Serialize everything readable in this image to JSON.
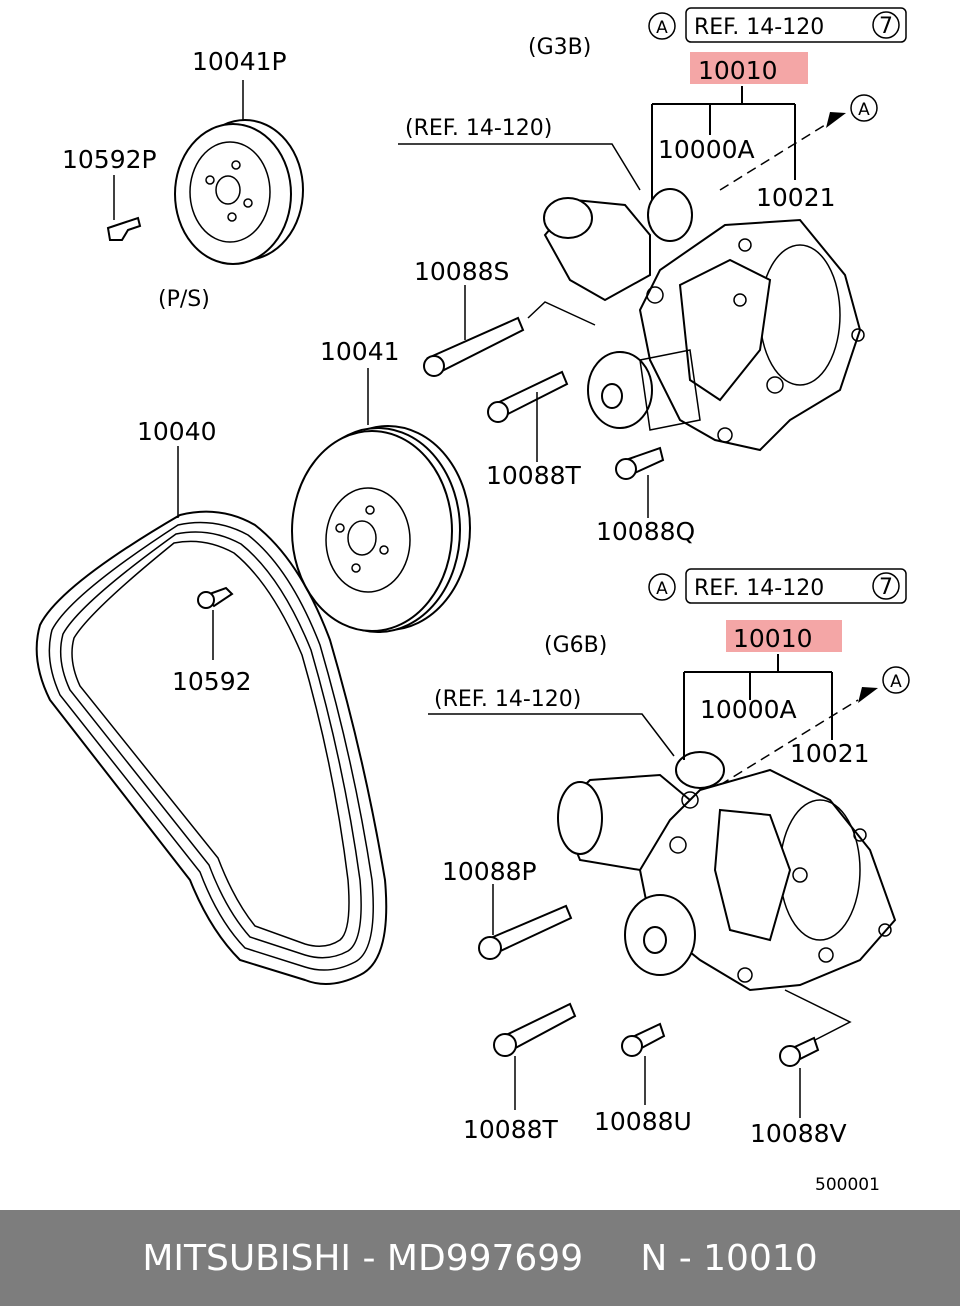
{
  "diagram": {
    "section_top": {
      "variant": "(G3B)",
      "ref_circle": "A",
      "ref_box": "REF. 14-120",
      "ref_box_num": "7",
      "ref_note": "(REF. 14-120)",
      "highlight_part": "10010",
      "arrow_circle": "A",
      "parts": {
        "pulley_ps": "10041P",
        "pulley_ps_bolt": "10592P",
        "ps_caption": "(P/S)",
        "pump_gasket": "10000A",
        "pump_seal": "10021",
        "bolt_s": "10088S",
        "bolt_t": "10088T",
        "bolt_q": "10088Q"
      }
    },
    "section_shared": {
      "pulley": "10041",
      "belt": "10040",
      "pulley_bolt": "10592"
    },
    "section_bottom": {
      "variant": "(G6B)",
      "ref_circle": "A",
      "ref_box": "REF. 14-120",
      "ref_box_num": "7",
      "ref_note": "(REF. 14-120)",
      "highlight_part": "10010",
      "arrow_circle": "A",
      "parts": {
        "pump_gasket": "10000A",
        "pump_seal": "10021",
        "bolt_p": "10088P",
        "bolt_t": "10088T",
        "bolt_u": "10088U",
        "bolt_v": "10088V"
      }
    },
    "diagram_code": "500001"
  },
  "footer": {
    "caption": "MITSUBISHI - MD997699     N - 10010"
  }
}
